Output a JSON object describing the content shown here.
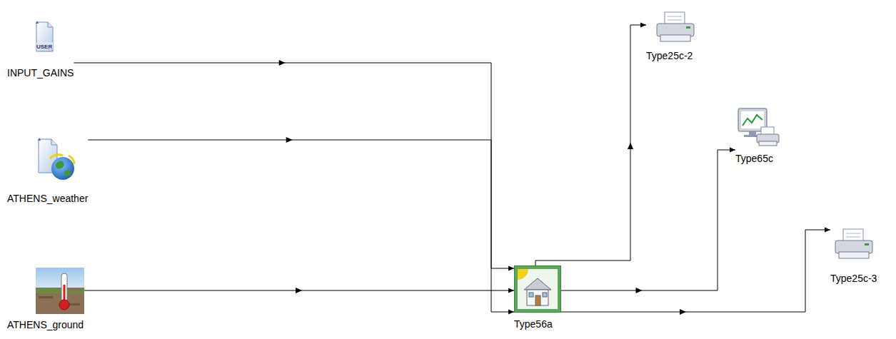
{
  "diagram": {
    "nodes": [
      {
        "text": [
          "INPUT_GAINS"
        ]
      },
      {
        "text": [
          "ATHENS_weather"
        ]
      },
      {
        "text": [
          "ATHENS_ground"
        ]
      },
      {
        "text": [
          "Type56a"
        ]
      },
      {
        "text": [
          "Type25c-2"
        ]
      },
      {
        "text": [
          "Type65c"
        ]
      },
      {
        "text": [
          "Type25c-3"
        ]
      }
    ],
    "edges": [
      {
        "from": 0,
        "to": 3,
        "arrow": "to"
      },
      {
        "from": 1,
        "to": 3,
        "arrow": "to"
      },
      {
        "from": 2,
        "to": 3,
        "arrow": "to"
      },
      {
        "from": 3,
        "to": 4,
        "arrow": "to"
      },
      {
        "from": 3,
        "to": 5,
        "arrow": "to"
      },
      {
        "from": 3,
        "to": 6,
        "arrow": "to"
      }
    ],
    "labels": [
      "USER"
    ]
  }
}
